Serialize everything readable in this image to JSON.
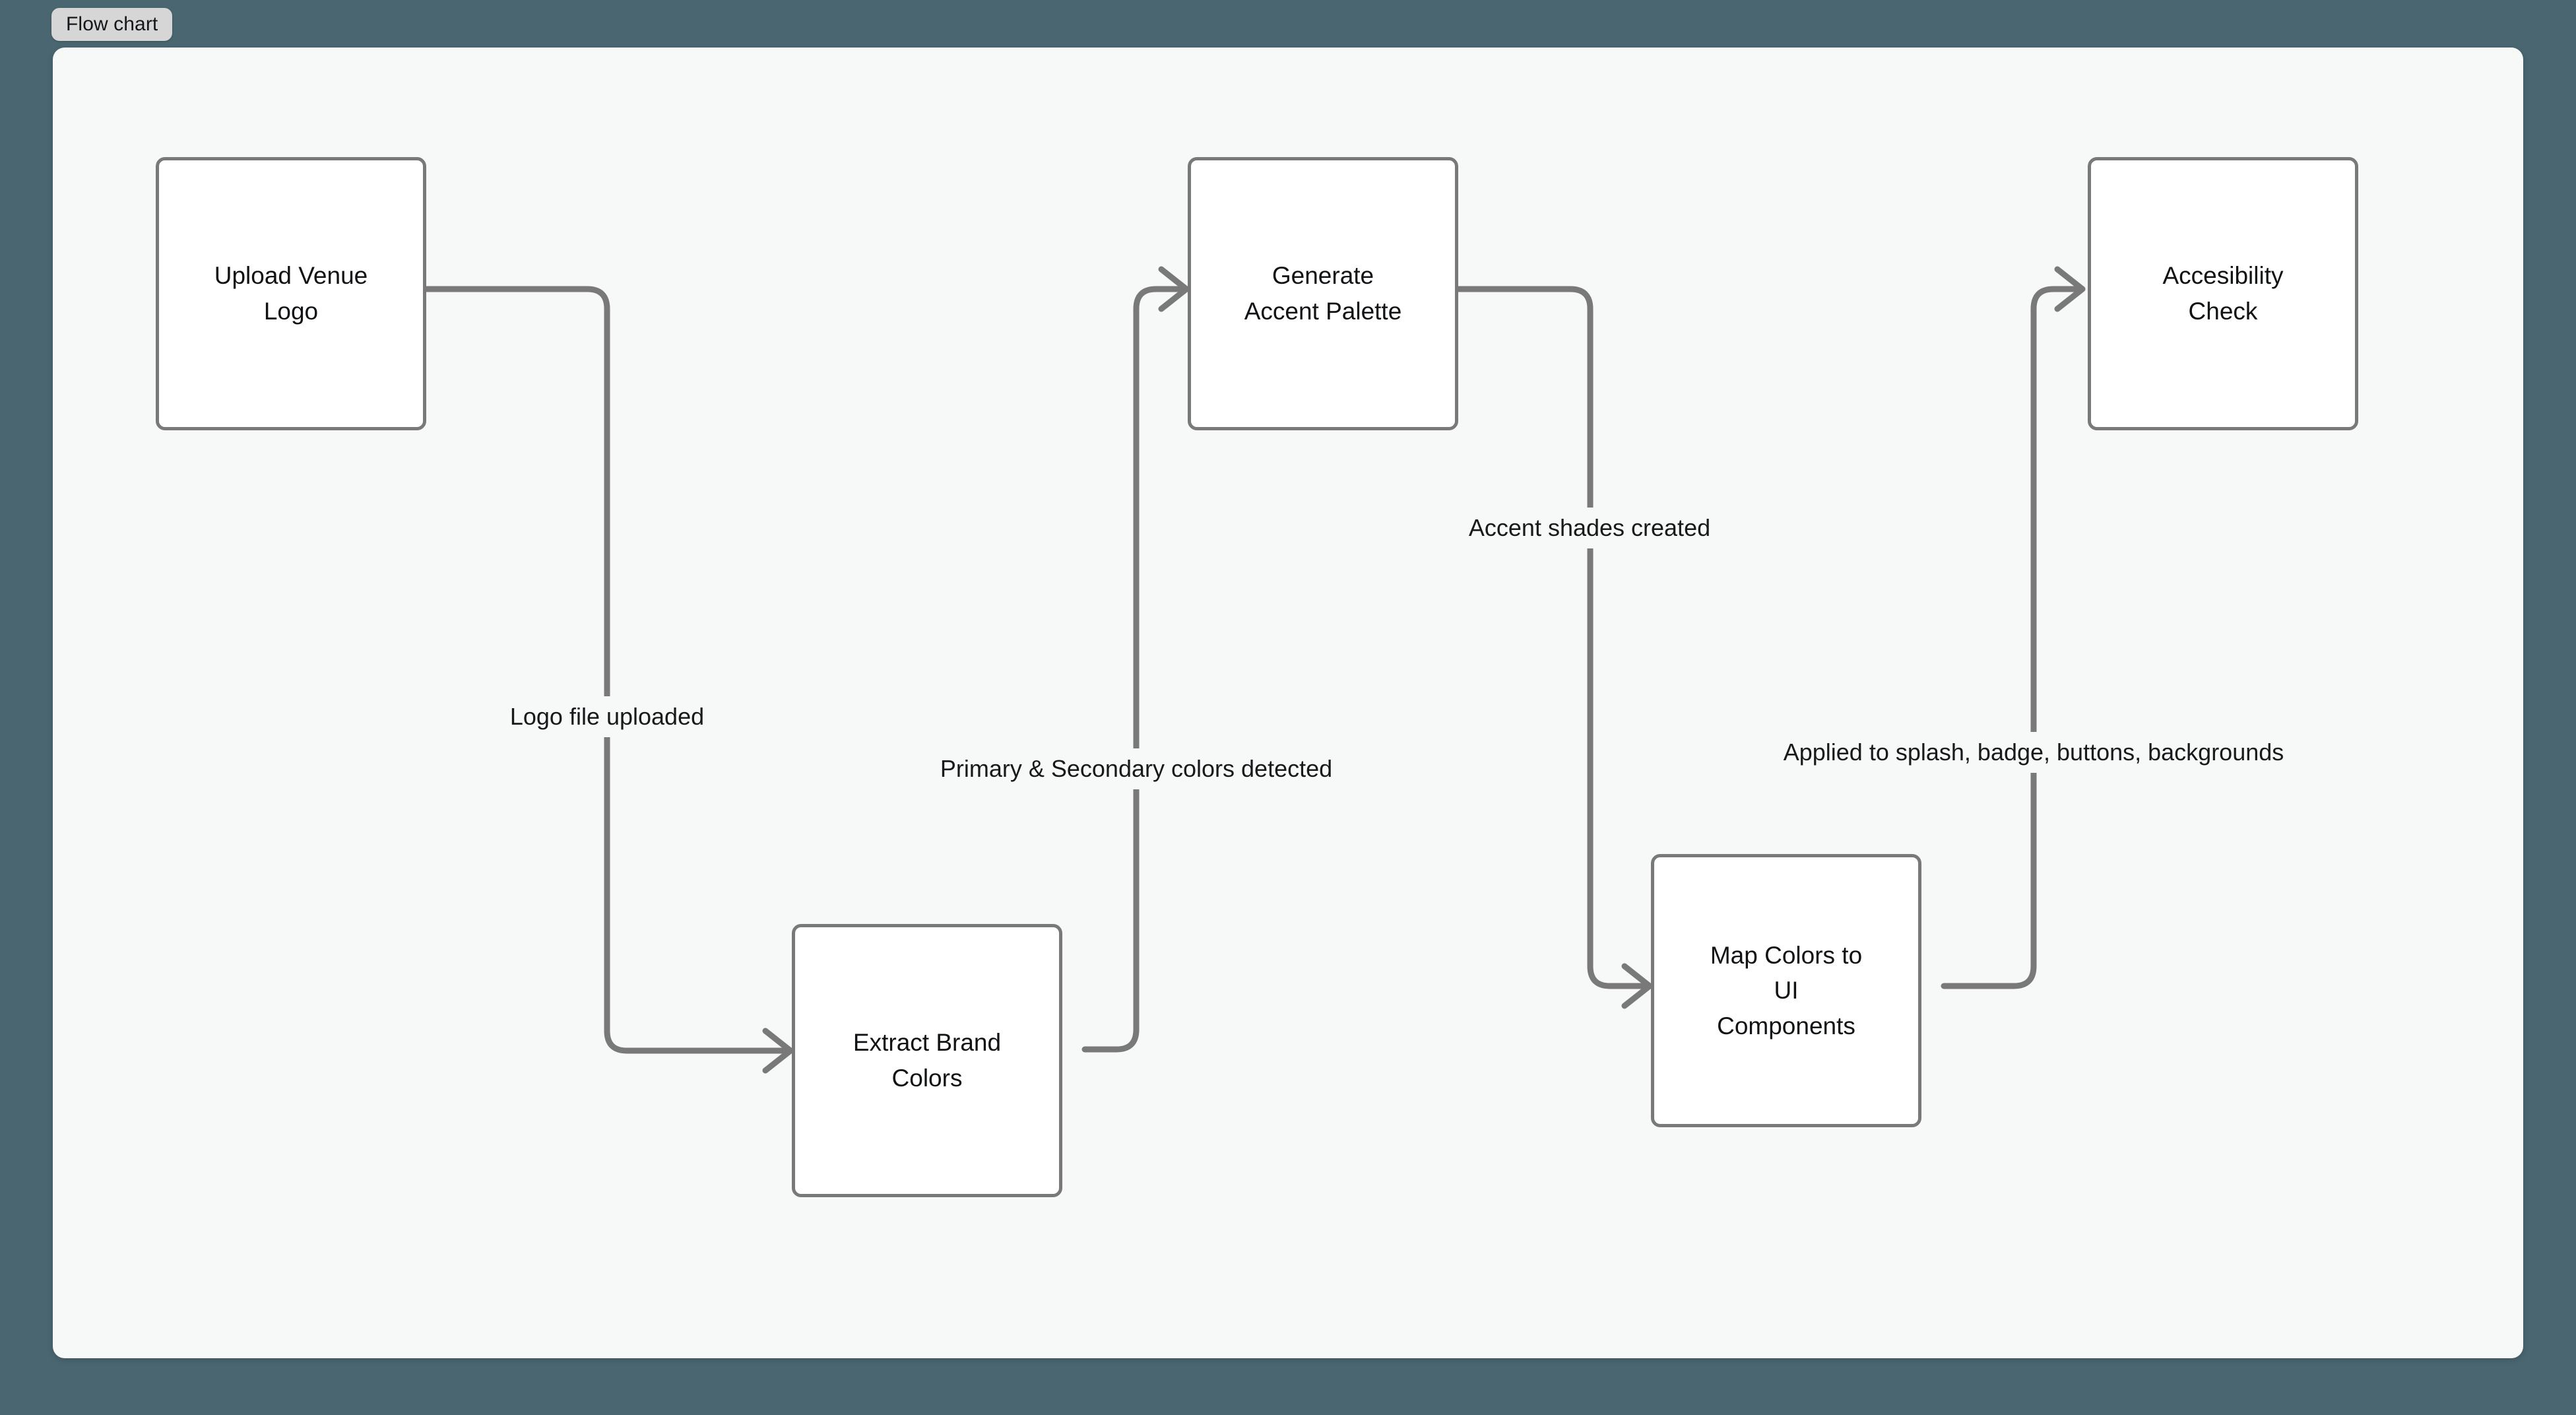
{
  "chip": {
    "label": "Flow chart"
  },
  "canvas": {
    "background": "#f7f8f8",
    "page_background": "#4a6670",
    "node_border_color": "#797979",
    "node_fill": "#ffffff",
    "edge_color": "#797979",
    "text_color": "#101214"
  },
  "diagram": {
    "type": "flowchart",
    "direction": "left-to-right serpentine",
    "nodes": [
      {
        "id": "upload-venue-logo",
        "label": "Upload Venue\nLogo"
      },
      {
        "id": "extract-brand-colors",
        "label": "Extract Brand\nColors"
      },
      {
        "id": "generate-accent-palette",
        "label": "Generate\nAccent Palette"
      },
      {
        "id": "map-colors-to-ui-components",
        "label": "Map Colors to\nUI\nComponents"
      },
      {
        "id": "accesibility-check",
        "label": "Accesibility\nCheck"
      }
    ],
    "edges": [
      {
        "from": "upload-venue-logo",
        "to": "extract-brand-colors",
        "label": "Logo file uploaded"
      },
      {
        "from": "extract-brand-colors",
        "to": "generate-accent-palette",
        "label": "Primary & Secondary colors detected"
      },
      {
        "from": "generate-accent-palette",
        "to": "map-colors-to-ui-components",
        "label": "Accent shades created"
      },
      {
        "from": "map-colors-to-ui-components",
        "to": "accesibility-check",
        "label": "Applied to splash, badge, buttons, backgrounds"
      }
    ]
  }
}
